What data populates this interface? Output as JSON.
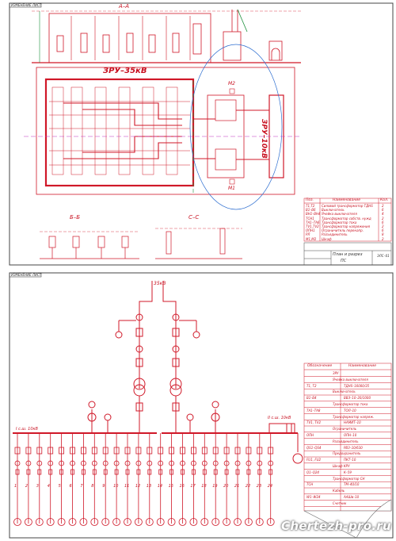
{
  "sheet1": {
    "corner_tag": "ИЗМЕНЕНИЕ ЛИСТ",
    "section_aa": "А–А",
    "switchgear_35": "ЗРУ–35кВ",
    "switchgear_10": "ЗРУ–10кВ",
    "section_bb": "Б–Б",
    "section_cc": "С–С",
    "m1": "М1",
    "m2": "М2",
    "legend_header": [
      "Поз.",
      "Наименование",
      "Кол."
    ],
    "legend_rows": [
      [
        "Т1,Т2",
        "Силовой трансформатор ТДНS",
        "2"
      ],
      [
        "В1–В6",
        "Выключатель",
        "6"
      ],
      [
        "ВН1–ВН4",
        "Ячейка выключателя",
        "4"
      ],
      [
        "ТСН1",
        "Трансформатор собств. нужд",
        "2"
      ],
      [
        "ТА1–ТА6",
        "Трансформатор тока",
        "6"
      ],
      [
        "ТV1,TV2",
        "Трансформатор напряжения",
        "2"
      ],
      [
        "ОПН1",
        "Ограничитель перенапр.",
        "6"
      ],
      [
        "РЛ",
        "Разъединитель",
        "8"
      ],
      [
        "М1,М2",
        "Шкаф",
        "2"
      ]
    ],
    "stamp_title": "План и разрез",
    "stamp_sub": "ПС",
    "stamp_code": "ЭЛС–01"
  },
  "sheet2": {
    "corner_tag": "ИЗМЕНЕНИЕ ЛИСТ",
    "top_label": "35кВ",
    "bus_label_left": "I с.ш. 10кВ",
    "bus_label_right": "II с.ш. 10кВ",
    "table_header": [
      "Обозначение",
      "Наименование"
    ],
    "table_rows": [
      [
        "",
        "ЗРУ"
      ],
      [
        "",
        "Ячейка выключателя"
      ],
      [
        "Т1, Т2",
        "ТДНS–16000/35"
      ],
      [
        "",
        "Выключатель"
      ],
      [
        "В1–В4",
        "ВВЭ–10–20/1000"
      ],
      [
        "",
        "Трансформатор тока"
      ],
      [
        "ТА1–ТА8",
        "ТОЛ–10"
      ],
      [
        "",
        "Трансформатор напряж."
      ],
      [
        "TV1, TV2",
        "НАМИТ–10"
      ],
      [
        "",
        "Ограничитель"
      ],
      [
        "ОПН",
        "ОПН–10"
      ],
      [
        "",
        "Разъединитель"
      ],
      [
        "QS1–QS4",
        "РВЗ–10/630"
      ],
      [
        "",
        "Предохранитель"
      ],
      [
        "FU1, FU2",
        "ПКТ–10"
      ],
      [
        "",
        "Шкаф КРУ"
      ],
      [
        "Q1–Q24",
        "К–59"
      ],
      [
        "",
        "Трансформатор СН"
      ],
      [
        "ТСН",
        "ТМ–40/10"
      ],
      [
        "",
        "Кабель"
      ],
      [
        "W1–W24",
        "ААШв–10"
      ],
      [
        "",
        "Счетчик"
      ]
    ],
    "feeders": [
      "1",
      "2",
      "3",
      "4",
      "5",
      "6",
      "7",
      "8",
      "9",
      "10",
      "11",
      "12",
      "13",
      "14",
      "15",
      "16",
      "17",
      "18",
      "19",
      "20",
      "21",
      "22",
      "23",
      "24"
    ]
  },
  "watermark": "Chertezh-pro.ru",
  "colors": {
    "line": "#d01828",
    "blue": "#2f6fd0",
    "green": "#1a8f3a",
    "magenta": "#c030c0",
    "sheet_border": "#444444"
  }
}
